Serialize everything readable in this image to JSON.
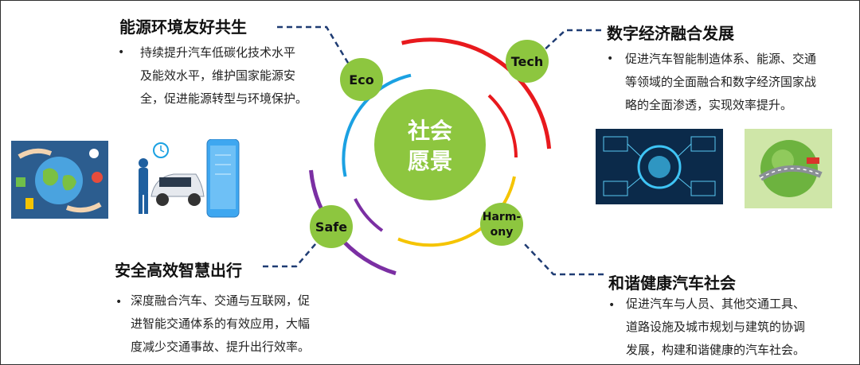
{
  "center": {
    "line1": "社会",
    "line2": "愿景"
  },
  "nodes": {
    "eco": "Eco",
    "tech": "Tech",
    "safe": "Safe",
    "harmony_1": "Harm-",
    "harmony_2": "ony"
  },
  "sections": {
    "eco": {
      "title": "能源环境友好共生",
      "lines": [
        "持续提升汽车低碳化技术水平",
        "及能效水平，维护国家能源安",
        "全，促进能源转型与环境保护。"
      ]
    },
    "tech": {
      "title": "数字经济融合发展",
      "lines": [
        "促进汽车智能制造体系、能源、交通",
        "等领域的全面融合和数字经济国家战",
        "略的全面渗透，实现效率提升。"
      ]
    },
    "safe": {
      "title": "安全高效智慧出行",
      "lines": [
        "深度融合汽车、交通与互联网，促",
        "进智能交通体系的有效应用，大幅",
        "度减少交通事故、提升出行效率。"
      ]
    },
    "harmony": {
      "title": "和谐健康汽车社会",
      "lines": [
        "促进汽车与人员、其他交通工具、",
        "道路设施及城市规划与建筑的协调",
        "发展，构建和谐健康的汽车社会。"
      ]
    }
  },
  "bullet_symbol": "•",
  "colors": {
    "node_green": "#8dc63f",
    "ring_red": "#e8191d",
    "ring_blue": "#1ba1e2",
    "ring_purple": "#7b2fa3",
    "ring_yellow": "#f5c400",
    "dash_navy": "#1f3c73"
  }
}
